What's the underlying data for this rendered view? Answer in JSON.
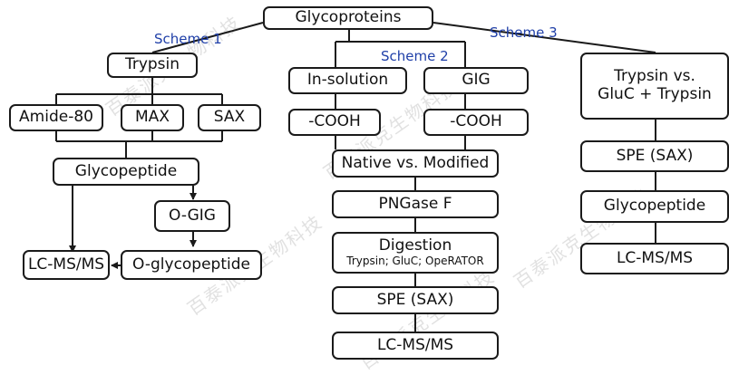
{
  "nodes": {
    "glycoproteins": "Glycoproteins",
    "trypsin": "Trypsin",
    "amide80": "Amide-80",
    "max": "MAX",
    "sax": "SAX",
    "glycopeptide_s1": "Glycopeptide",
    "ogig": "O-GIG",
    "lcms_s1": "LC-MS/MS",
    "oglycopeptide": "O-glycopeptide",
    "insolution": "In-solution",
    "gig": "GIG",
    "cooh_a": "-COOH",
    "cooh_b": "-COOH",
    "native_modified": "Native vs. Modified",
    "pngase": "PNGase F",
    "digestion": "Digestion",
    "digestion_enzymes": "Trypsin; GluC; OpeRATOR",
    "spe_s2": "SPE (SAX)",
    "lcms_s2": "LC-MS/MS",
    "trypsin_gluc_line1": "Trypsin vs.",
    "trypsin_gluc_line2": "GluC + Trypsin",
    "spe_s3": "SPE (SAX)",
    "glycopeptide_s3": "Glycopeptide",
    "lcms_s3": "LC-MS/MS"
  },
  "schemes": {
    "s1": "Scheme 1",
    "s2": "Scheme 2",
    "s3": "Scheme 3"
  },
  "watermark": "百泰派克生物科技",
  "colors": {
    "scheme_label": "#1f3fa8",
    "line": "#1a1a1a"
  }
}
